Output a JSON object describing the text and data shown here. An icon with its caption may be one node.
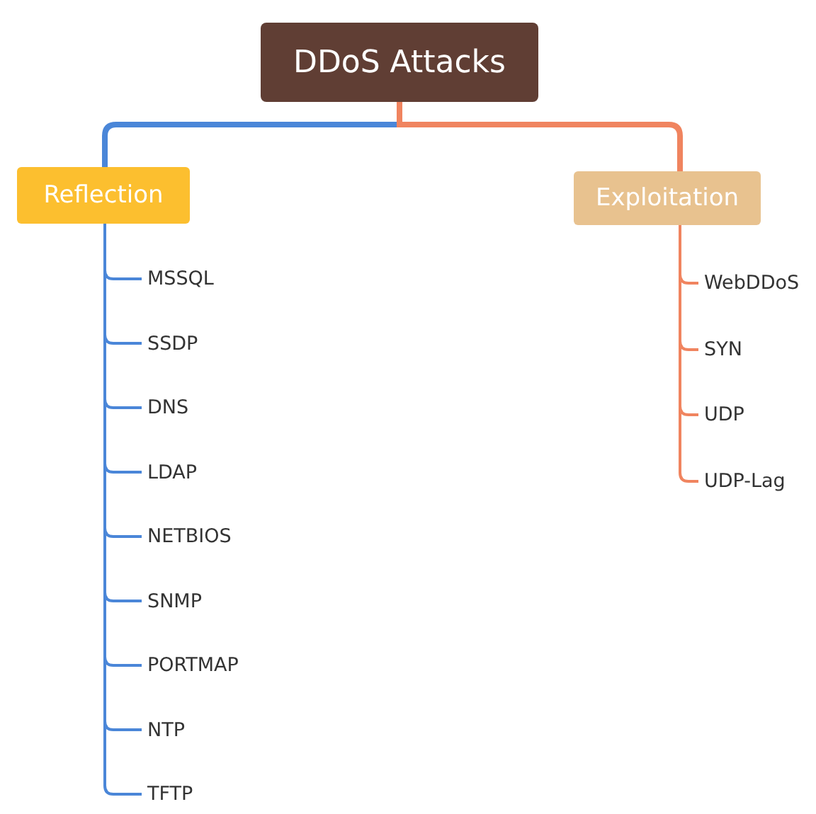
{
  "diagram": {
    "nodes": [
      {
        "text": [
          "DDoS Attacks"
        ]
      },
      {
        "text": [
          "Reflection"
        ]
      },
      {
        "text": [
          "Exploitation"
        ]
      },
      {
        "text": [
          "MSSQL"
        ]
      },
      {
        "text": [
          "SSDP"
        ]
      },
      {
        "text": [
          "DNS"
        ]
      },
      {
        "text": [
          "LDAP"
        ]
      },
      {
        "text": [
          "NETBIOS"
        ]
      },
      {
        "text": [
          "SNMP"
        ]
      },
      {
        "text": [
          "PORTMAP"
        ]
      },
      {
        "text": [
          "NTP"
        ]
      },
      {
        "text": [
          "TFTP"
        ]
      },
      {
        "text": [
          "WebDDoS"
        ]
      },
      {
        "text": [
          "SYN"
        ]
      },
      {
        "text": [
          "UDP"
        ]
      },
      {
        "text": [
          "UDP-Lag"
        ]
      }
    ],
    "edges": [
      {
        "from": 0,
        "to": 1,
        "arrow": "none",
        "style": "thick"
      },
      {
        "from": 0,
        "to": 2,
        "arrow": "none",
        "style": "thick",
        "color": "#f0845f"
      },
      {
        "from": 1,
        "to": 3,
        "arrow": "none"
      },
      {
        "from": 1,
        "to": 4,
        "arrow": "none"
      },
      {
        "from": 1,
        "to": 5,
        "arrow": "none"
      },
      {
        "from": 1,
        "to": 6,
        "arrow": "none"
      },
      {
        "from": 1,
        "to": 7,
        "arrow": "none"
      },
      {
        "from": 1,
        "to": 8,
        "arrow": "none"
      },
      {
        "from": 1,
        "to": 9,
        "arrow": "none"
      },
      {
        "from": 1,
        "to": 10,
        "arrow": "none"
      },
      {
        "from": 1,
        "to": 11,
        "arrow": "none"
      },
      {
        "from": 2,
        "to": 12,
        "arrow": "none",
        "color": "#f0845f"
      },
      {
        "from": 2,
        "to": 13,
        "arrow": "none",
        "color": "#f0845f"
      },
      {
        "from": 2,
        "to": 14,
        "arrow": "none",
        "color": "#f0845f"
      },
      {
        "from": 2,
        "to": 15,
        "arrow": "none",
        "color": "#f0845f"
      }
    ]
  }
}
